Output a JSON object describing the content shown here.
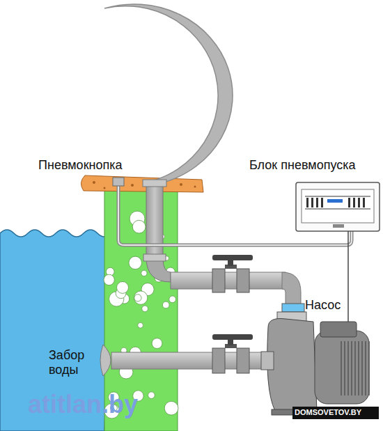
{
  "diagram": {
    "labels": [
      "Пневмокнопка",
      "Блок пневмопуска",
      "Насос",
      "Забор воды",
      "atitlan.by",
      "DOMSOVETOV.BY"
    ]
  }
}
